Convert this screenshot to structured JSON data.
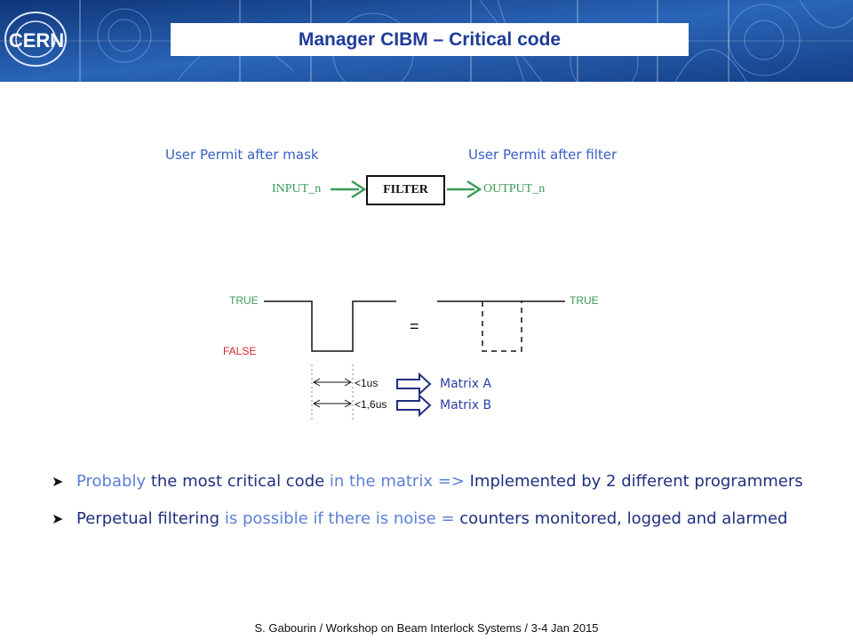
{
  "header": {
    "title": "Manager CIBM – Critical code",
    "logo_text": "CERN"
  },
  "filter_diagram": {
    "left_caption": "User Permit after mask",
    "right_caption": "User Permit after filter",
    "input_label": "INPUT_n",
    "block_label": "FILTER",
    "output_label": "OUTPUT_n"
  },
  "timing_diagram": {
    "true_label_left": "TRUE",
    "false_label": "FALSE",
    "equals": "=",
    "true_label_right": "TRUE",
    "timings": [
      {
        "duration": "<1us",
        "matrix": "Matrix A"
      },
      {
        "duration": "<1,6us",
        "matrix": "Matrix B"
      }
    ]
  },
  "bullets": [
    {
      "segments": [
        {
          "text": "Probably",
          "style": "light"
        },
        {
          "text": " the most critical code ",
          "style": "dark"
        },
        {
          "text": "in the matrix =>",
          "style": "light"
        },
        {
          "text": " Implemented by 2 different programmers",
          "style": "dark"
        }
      ]
    },
    {
      "segments": [
        {
          "text": "Perpetual filtering",
          "style": "dark"
        },
        {
          "text": " is possible if there is noise =",
          "style": "light"
        },
        {
          "text": " counters monitored, logged and alarmed",
          "style": "dark"
        }
      ]
    }
  ],
  "footer": {
    "text": "S. Gabourin / Workshop on Beam Interlock Systems / 3-4 Jan 2015"
  },
  "colors": {
    "title": "#1f3c9a",
    "banner": "#1d4f9a",
    "arrow_green": "#3c9a5a",
    "true_green": "#3c9a5a",
    "false_red": "#d42a2a",
    "bullet_dark": "#1f2f80",
    "bullet_light": "#5c7fd6"
  }
}
